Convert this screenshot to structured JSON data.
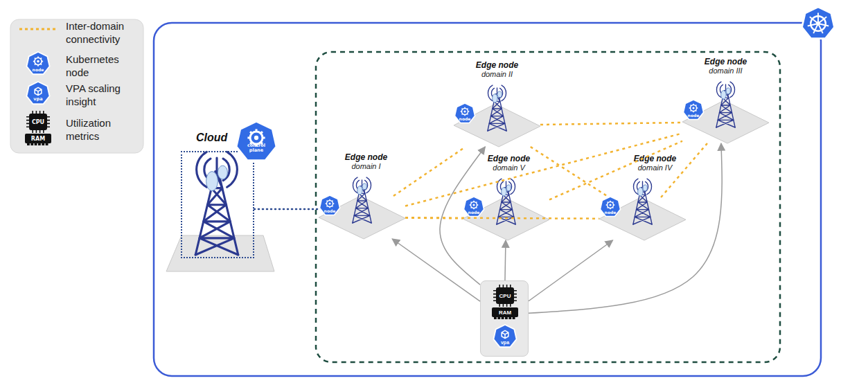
{
  "diagram": {
    "nodes": [
      {
        "text": [
          "Cloud"
        ]
      },
      {
        "text": [
          "Edge node",
          "domain I"
        ]
      },
      {
        "text": [
          "Edge node",
          "domain II"
        ]
      },
      {
        "text": [
          "Edge node",
          "domain III"
        ]
      },
      {
        "text": [
          "Edge node",
          "domain IV"
        ]
      },
      {
        "text": [
          "Edge node",
          "domain V"
        ]
      },
      {
        "text": [
          "CPU",
          "RAM",
          "vpa"
        ]
      }
    ],
    "edges": [
      {
        "from": 0,
        "to": 1,
        "arrow": "none"
      },
      {
        "from": 1,
        "to": 2,
        "arrow": "none"
      },
      {
        "from": 1,
        "to": 3,
        "arrow": "none"
      },
      {
        "from": 1,
        "to": 4,
        "arrow": "none"
      },
      {
        "from": 1,
        "to": 5,
        "arrow": "none"
      },
      {
        "from": 2,
        "to": 3,
        "arrow": "none"
      },
      {
        "from": 2,
        "to": 4,
        "arrow": "none"
      },
      {
        "from": 5,
        "to": 3,
        "arrow": "none"
      },
      {
        "from": 4,
        "to": 3,
        "arrow": "none"
      },
      {
        "from": 6,
        "to": 1,
        "arrow": "to"
      },
      {
        "from": 6,
        "to": 2,
        "arrow": "to"
      },
      {
        "from": 6,
        "to": 5,
        "arrow": "to"
      },
      {
        "from": 6,
        "to": 4,
        "arrow": "to"
      },
      {
        "from": 6,
        "to": 3,
        "arrow": "to"
      }
    ],
    "labels": [
      "control plane",
      "node",
      "node",
      "node",
      "node",
      "node",
      "node",
      "vpa",
      "CPU",
      "RAM"
    ],
    "legend": [
      {
        "text": "Inter-domain connectivity"
      },
      {
        "text": "Kubernetes node"
      },
      {
        "text": "VPA scaling insight"
      },
      {
        "text": "Utilization metrics"
      }
    ]
  }
}
